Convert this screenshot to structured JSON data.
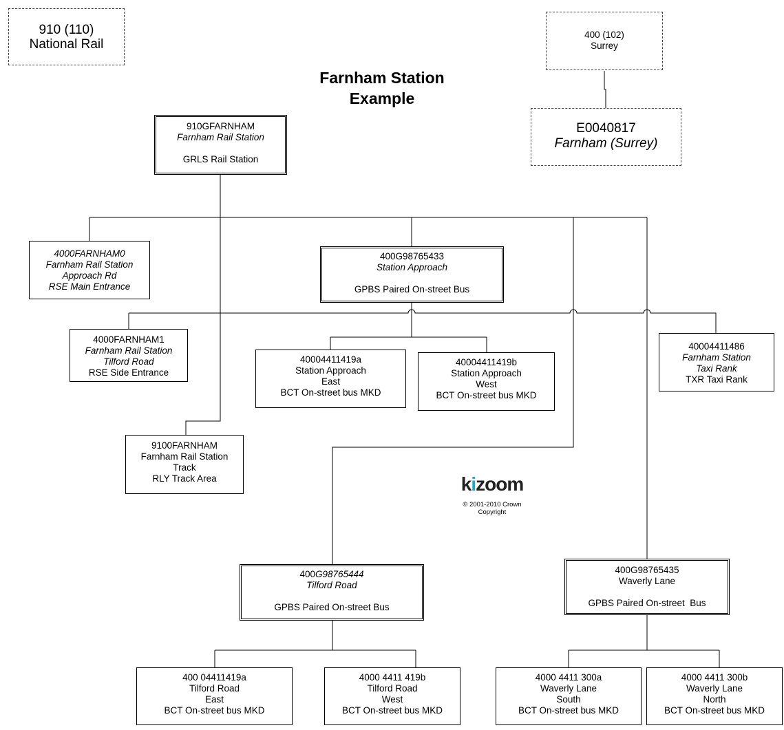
{
  "title": {
    "line1": "Farnham Station",
    "line2": "Example"
  },
  "admin_areas": {
    "national_rail": {
      "code": "910 (110)",
      "name": "National Rail"
    },
    "surrey": {
      "code": "400 (102)",
      "name": "Surrey"
    },
    "locality": {
      "code": "E0040817",
      "name": "Farnham (Surrey)"
    }
  },
  "nodes": {
    "rail_station": {
      "code": "910GFARNHAM",
      "name": "Farnham Rail Station",
      "type": "GRLS Rail Station"
    },
    "main_entrance": {
      "code": "4000FARNHAM0",
      "name1": "Farnham Rail Station",
      "name2": "Approach Rd",
      "type": "RSE Main Entrance"
    },
    "side_entrance": {
      "code": "4000FARNHAM1",
      "name1": "Farnham Rail Station",
      "name2": "Tilford Road",
      "type": "RSE Side Entrance"
    },
    "track": {
      "code": "9100FARNHAM",
      "name1": "Farnham Rail Station",
      "name2": "Track",
      "type": "RLY Track Area"
    },
    "station_approach": {
      "code": "400G98765433",
      "name": "Station Approach",
      "type": "GPBS Paired On-street Bus"
    },
    "sa_east": {
      "code": "40004411419a",
      "name": "Station Approach",
      "dir": "East",
      "type": "BCT On-street bus MKD"
    },
    "sa_west": {
      "code": "40004411419b",
      "name": "Station Approach",
      "dir": "West",
      "type": "BCT On-street bus MKD"
    },
    "taxi": {
      "code": "40004411486",
      "name1": "Farnham Station",
      "name2": "Taxi Rank",
      "type": "TXR Taxi Rank"
    },
    "tilford_road": {
      "code_prefix": "400",
      "code_rest": "G98765444",
      "name": "Tilford Road",
      "type": "GPBS Paired On-street Bus"
    },
    "tr_east": {
      "code": "400 04411419a",
      "name": "Tilford Road",
      "dir": "East",
      "type": "BCT On-street bus MKD"
    },
    "tr_west": {
      "code": "4000 4411 419b",
      "name": "Tilford Road",
      "dir": "West",
      "type": "BCT On-street bus MKD"
    },
    "waverly_lane": {
      "code": "400G98765435",
      "name": "Waverly Lane",
      "type": "GPBS Paired On-street  Bus"
    },
    "wl_south": {
      "code": "4000 4411 300a",
      "name": "Waverly Lane",
      "dir": "South",
      "type": "BCT On-street bus MKD"
    },
    "wl_north": {
      "code": "4000 4411 300b",
      "name": "Waverly Lane",
      "dir": "North",
      "type": "BCT On-street bus MKD"
    }
  },
  "logo": {
    "k": "k",
    "i": "i",
    "rest": "zoom",
    "copy1": "© 2001-2010",
    "copy2": "Crown",
    "copy3": "Copyright"
  }
}
